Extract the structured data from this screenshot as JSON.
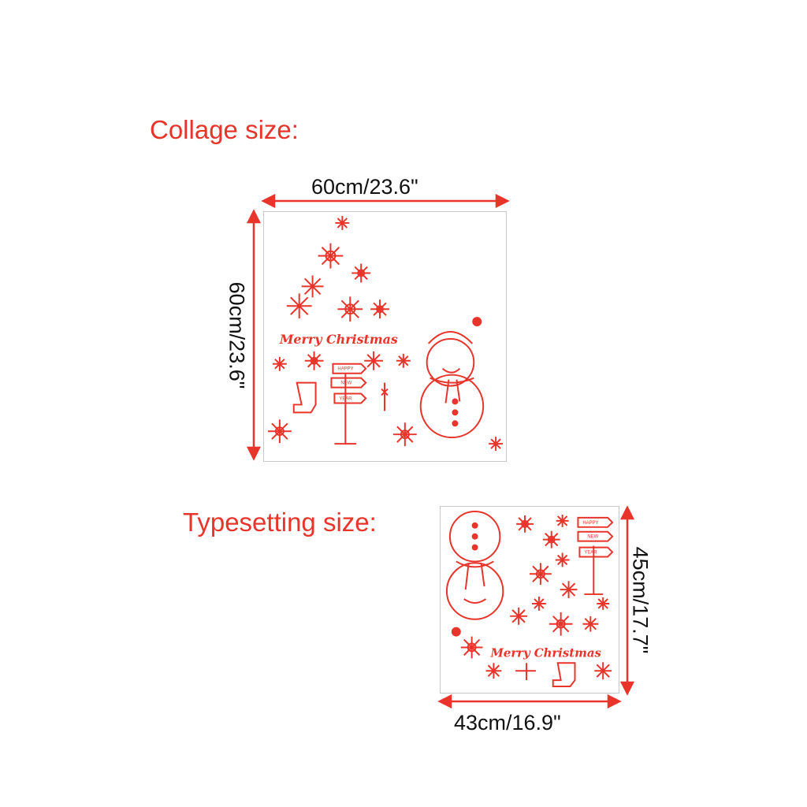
{
  "colors": {
    "accent": "#e8342a",
    "text": "#111111",
    "frame": "#c8c8c8"
  },
  "collage": {
    "heading": "Collage size:",
    "width_label": "60cm/23.6\"",
    "height_label": "60cm/23.6\"",
    "greeting": "Merry Christmas",
    "sign_lines": [
      "HAPPY",
      "NEW",
      "YEAR"
    ]
  },
  "typesetting": {
    "heading": "Typesetting size:",
    "width_label": "43cm/16.9\"",
    "height_label": "45cm/17.7\"",
    "greeting": "Merry Christmas",
    "sign_lines": [
      "HAPPY",
      "NEW",
      "YEAR"
    ]
  },
  "icons": [
    "snowflake-icon",
    "snowman-icon",
    "signpost-icon",
    "stocking-icon",
    "candy-icon",
    "arrow-icon"
  ]
}
